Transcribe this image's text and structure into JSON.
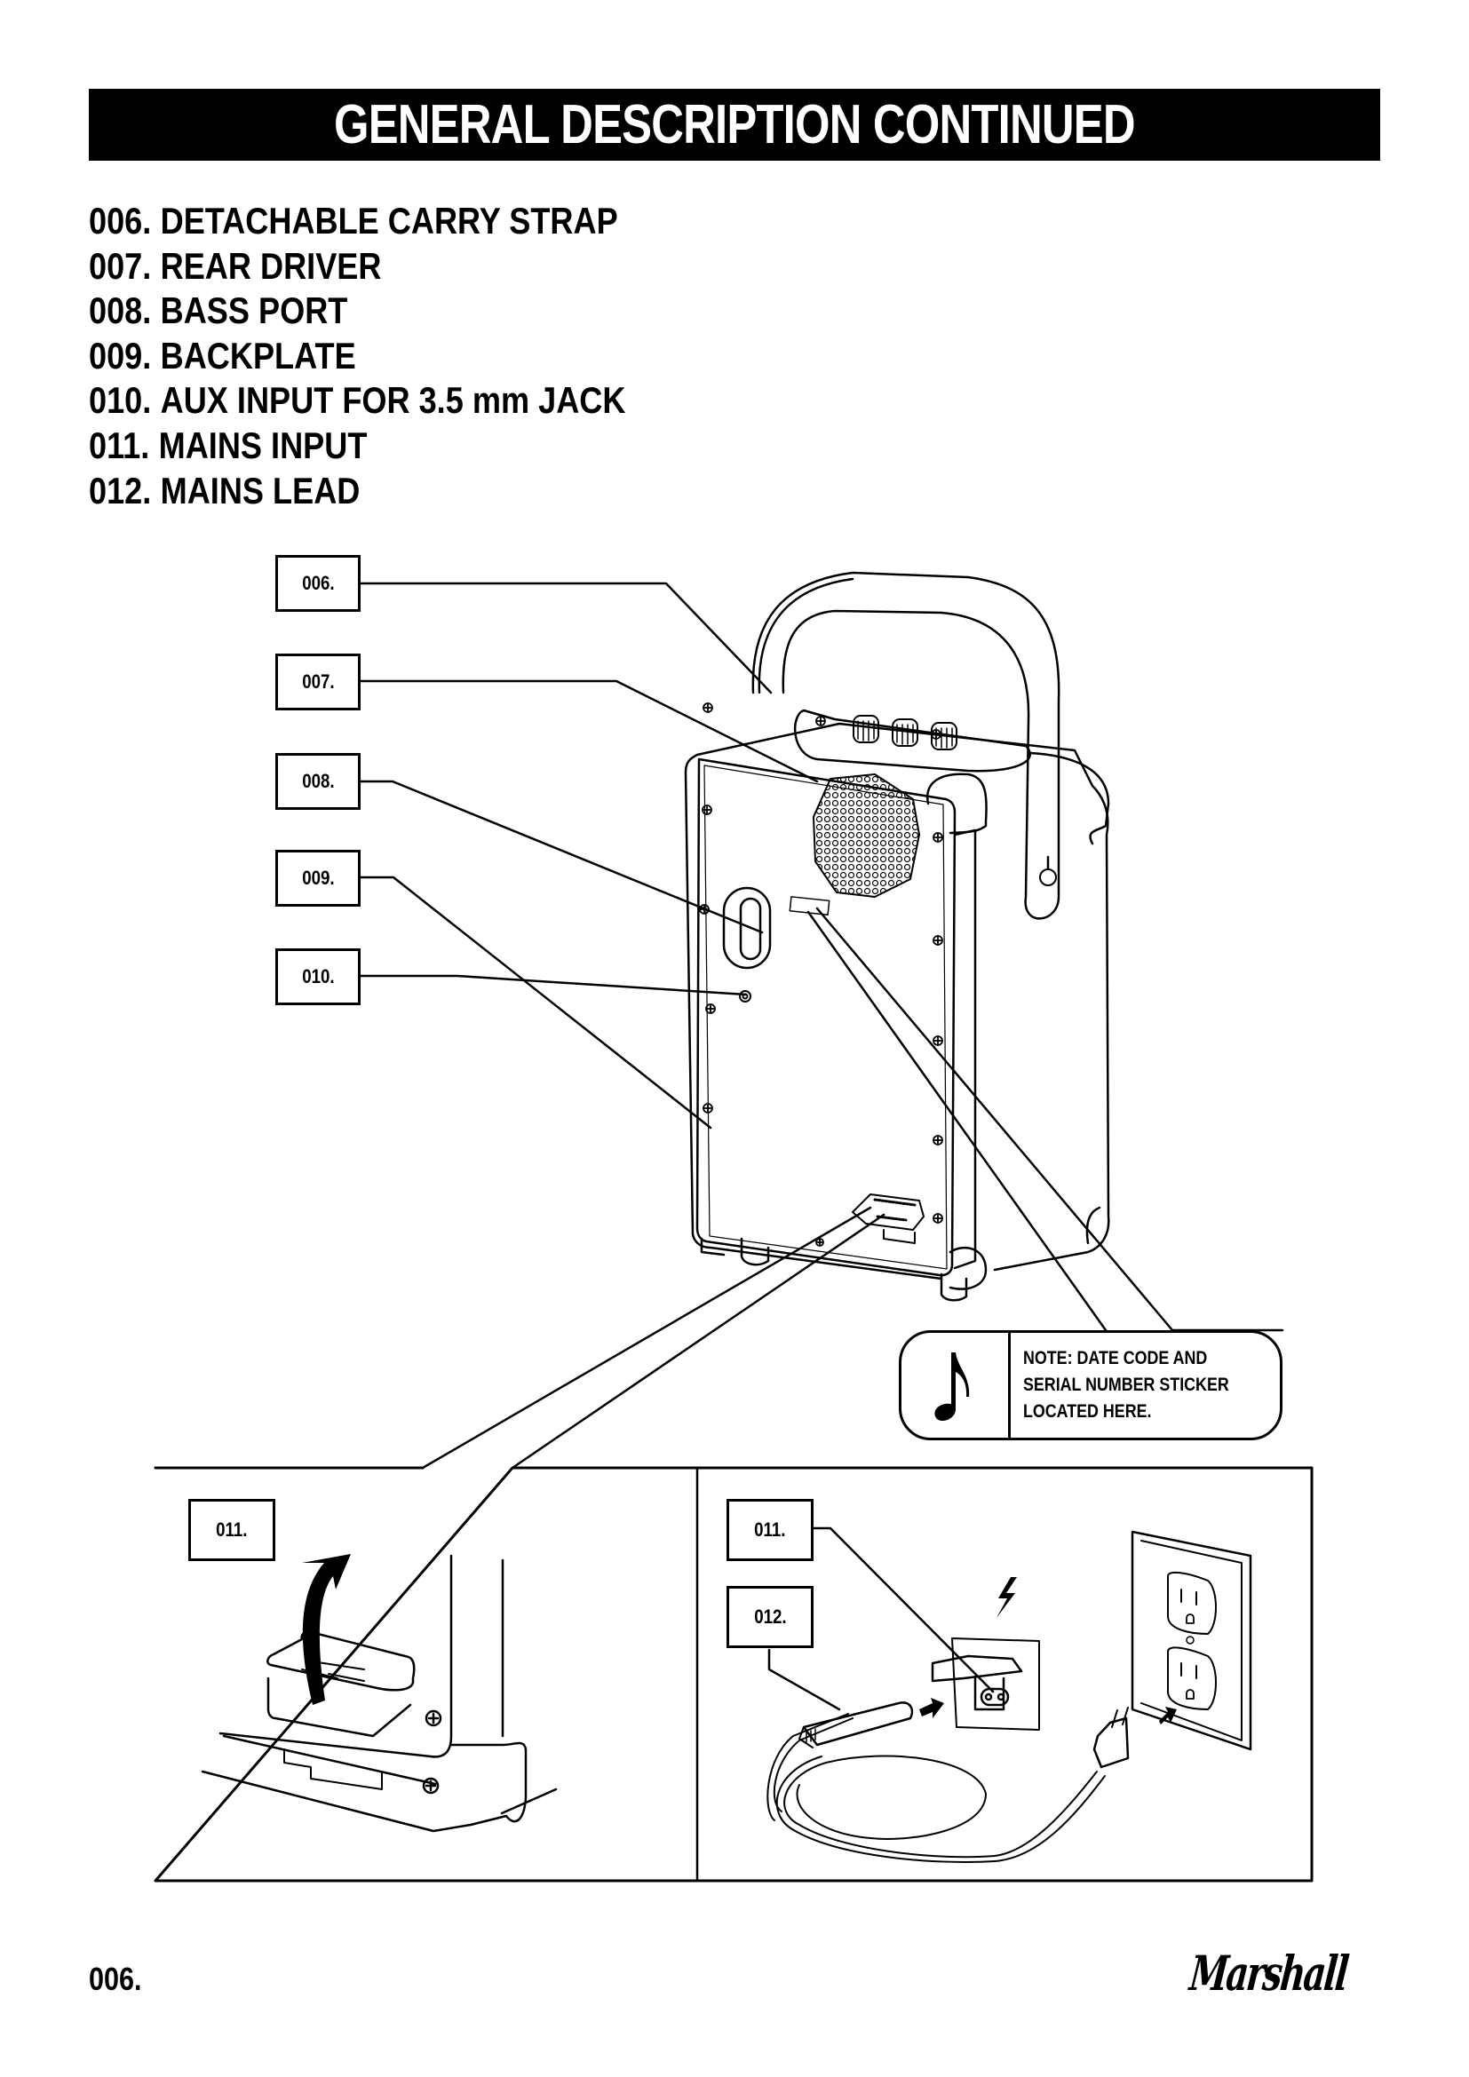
{
  "header": {
    "title": "GENERAL DESCRIPTION CONTINUED"
  },
  "parts": [
    {
      "number": "006.",
      "label": "DETACHABLE CARRY STRAP"
    },
    {
      "number": "007.",
      "label": "REAR DRIVER"
    },
    {
      "number": "008.",
      "label": "BASS PORT"
    },
    {
      "number": "009.",
      "label": "BACKPLATE"
    },
    {
      "number": "010.",
      "label": "AUX INPUT FOR 3.5 mm JACK"
    },
    {
      "number": "011.",
      "label": "MAINS INPUT"
    },
    {
      "number": "012.",
      "label": "MAINS LEAD"
    }
  ],
  "diagram": {
    "callouts": [
      "006.",
      "007.",
      "008.",
      "009.",
      "010."
    ],
    "note": {
      "icon": "music-note-icon",
      "lines": [
        "NOTE: DATE CODE AND",
        "SERIAL NUMBER STICKER",
        "LOCATED HERE."
      ]
    },
    "detail_left": {
      "callouts": [
        "011."
      ],
      "icon": "curved-arrow-up-icon"
    },
    "detail_right": {
      "callouts": [
        "011.",
        "012."
      ],
      "icons": [
        "lightning-bolt-icon",
        "wall-outlet-icon",
        "power-plug-icon"
      ]
    }
  },
  "footer": {
    "page_number": "006.",
    "brand": "Marshall"
  }
}
